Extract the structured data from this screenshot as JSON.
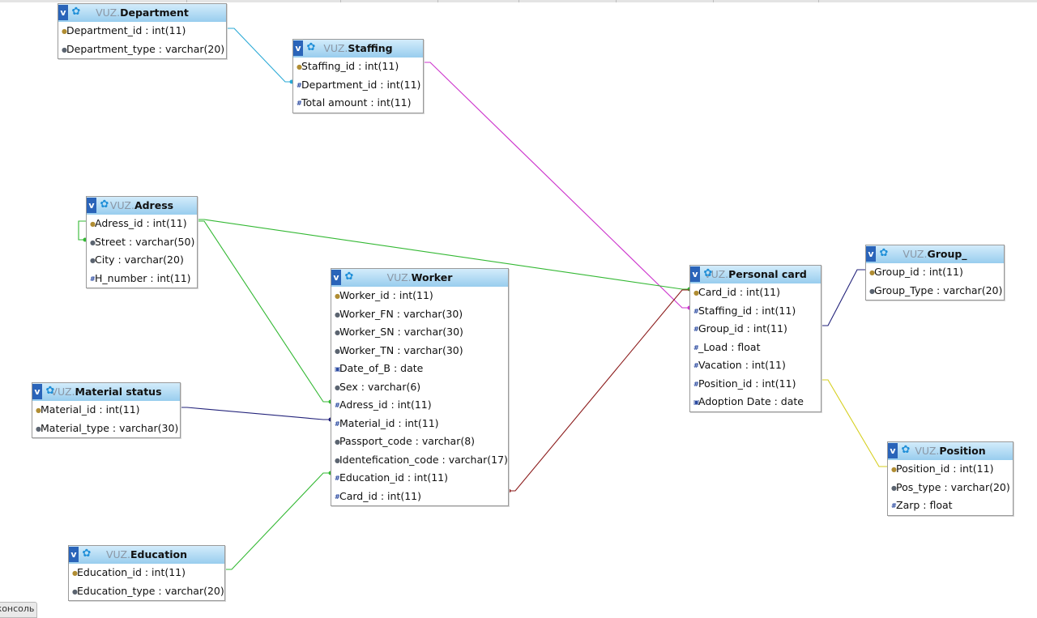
{
  "schema": "VUZ",
  "console_label": "консоль",
  "tables": {
    "department": {
      "schema": "VUZ.",
      "name": "Department",
      "fields": [
        {
          "icon": "key-icon",
          "text": "Department_id : int(11)"
        },
        {
          "icon": "text-icon",
          "text": "Department_type : varchar(20)"
        }
      ]
    },
    "staffing": {
      "schema": "VUZ.",
      "name": "Staffing",
      "fields": [
        {
          "icon": "key-icon",
          "text": "Staffing_id : int(11)"
        },
        {
          "icon": "number-icon",
          "text": "Department_id : int(11)"
        },
        {
          "icon": "number-icon",
          "text": "Total amount : int(11)"
        }
      ]
    },
    "adress": {
      "schema": "VUZ.",
      "name": "Adress",
      "fields": [
        {
          "icon": "key-icon",
          "text": "Adress_id : int(11)"
        },
        {
          "icon": "text-icon",
          "text": "Street : varchar(50)"
        },
        {
          "icon": "text-icon",
          "text": "City : varchar(20)"
        },
        {
          "icon": "number-icon",
          "text": "H_number : int(11)"
        }
      ]
    },
    "material_status": {
      "schema": "VUZ.",
      "name": "Material status",
      "fields": [
        {
          "icon": "key-icon",
          "text": "Material_id : int(11)"
        },
        {
          "icon": "text-icon",
          "text": "Material_type : varchar(30)"
        }
      ]
    },
    "education": {
      "schema": "VUZ.",
      "name": "Education",
      "fields": [
        {
          "icon": "key-icon",
          "text": "Education_id : int(11)"
        },
        {
          "icon": "text-icon",
          "text": "Education_type : varchar(20)"
        }
      ]
    },
    "worker": {
      "schema": "VUZ.",
      "name": "Worker",
      "fields": [
        {
          "icon": "key-icon",
          "text": "Worker_id : int(11)"
        },
        {
          "icon": "text-icon",
          "text": "Worker_FN : varchar(30)"
        },
        {
          "icon": "text-icon",
          "text": "Worker_SN : varchar(30)"
        },
        {
          "icon": "text-icon",
          "text": "Worker_TN : varchar(30)"
        },
        {
          "icon": "date-icon",
          "text": "Date_of_B : date"
        },
        {
          "icon": "text-icon",
          "text": "Sex : varchar(6)"
        },
        {
          "icon": "number-icon",
          "text": "Adress_id : int(11)"
        },
        {
          "icon": "number-icon",
          "text": "Material_id : int(11)"
        },
        {
          "icon": "text-icon",
          "text": "Passport_code : varchar(8)"
        },
        {
          "icon": "text-icon",
          "text": "Identefication_code : varchar(17)"
        },
        {
          "icon": "number-icon",
          "text": "Education_id : int(11)"
        },
        {
          "icon": "number-icon",
          "text": "Card_id : int(11)"
        }
      ]
    },
    "personal_card": {
      "schema": "VUZ.",
      "name": "Personal card",
      "fields": [
        {
          "icon": "key-icon",
          "text": "Card_id : int(11)"
        },
        {
          "icon": "number-icon",
          "text": "Staffing_id : int(11)"
        },
        {
          "icon": "number-icon",
          "text": "Group_id : int(11)"
        },
        {
          "icon": "number-icon",
          "text": "_Load : float"
        },
        {
          "icon": "number-icon",
          "text": "Vacation : int(11)"
        },
        {
          "icon": "number-icon",
          "text": "Position_id : int(11)"
        },
        {
          "icon": "date-icon",
          "text": "Adoption Date : date"
        }
      ]
    },
    "group": {
      "schema": "VUZ.",
      "name": "Group_",
      "fields": [
        {
          "icon": "key-icon",
          "text": "Group_id : int(11)"
        },
        {
          "icon": "text-icon",
          "text": "Group_Type : varchar(20)"
        }
      ]
    },
    "position": {
      "schema": "VUZ.",
      "name": "Position",
      "fields": [
        {
          "icon": "key-icon",
          "text": "Position_id : int(11)"
        },
        {
          "icon": "text-icon",
          "text": "Pos_type : varchar(20)"
        },
        {
          "icon": "number-icon",
          "text": "Zarp : float"
        }
      ]
    }
  },
  "relations": [
    {
      "from": "staffing.Department_id",
      "to": "department.Department_id",
      "color": "#29a9d6"
    },
    {
      "from": "personal_card.Staffing_id",
      "to": "staffing.Staffing_id",
      "color": "#cc33cc"
    },
    {
      "from": "personal_card.Card_id",
      "to": "adress.Adress_id",
      "color": "#33b833"
    },
    {
      "from": "worker.Adress_id",
      "to": "adress.Adress_id",
      "color": "#33b833"
    },
    {
      "from": "worker.Material_id",
      "to": "material_status.Material_id",
      "color": "#22227a"
    },
    {
      "from": "worker.Education_id",
      "to": "education.Education_id",
      "color": "#33b833"
    },
    {
      "from": "worker.Card_id",
      "to": "personal_card.Card_id",
      "color": "#8b1a1a"
    },
    {
      "from": "personal_card.Group_id",
      "to": "group.Group_id",
      "color": "#22227a"
    },
    {
      "from": "personal_card.Position_id",
      "to": "position.Position_id",
      "color": "#d6cf1f"
    }
  ]
}
